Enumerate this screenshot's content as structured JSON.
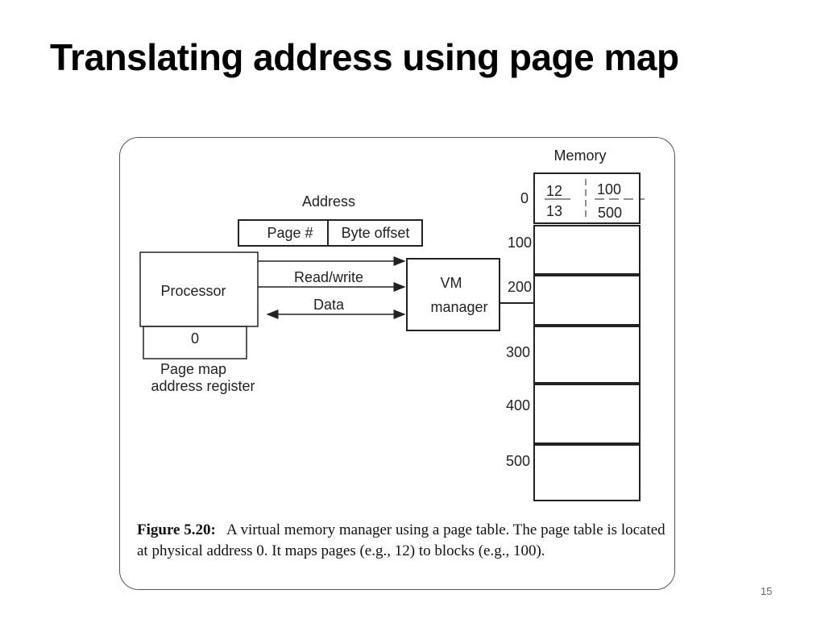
{
  "slide": {
    "title": "Translating address using page map",
    "page_number": "15"
  },
  "diagram": {
    "address_label": "Address",
    "address_fields": [
      "Page #",
      "Byte offset"
    ],
    "processor_label": "Processor",
    "page_map_register_value": "0",
    "page_map_register_label": [
      "Page map",
      "address register"
    ],
    "signals": [
      "Read/write",
      "Data"
    ],
    "vm_manager_label": [
      "VM",
      "manager"
    ],
    "memory_label": "Memory",
    "memory_addresses": [
      "0",
      "100",
      "200",
      "300",
      "400",
      "500"
    ],
    "page_table_entries": [
      {
        "page": "12",
        "block": "100"
      },
      {
        "page": "13",
        "block": "500"
      }
    ]
  },
  "caption": {
    "figure_label": "Figure 5.20:",
    "text": "A virtual memory manager using a page table. The page table is located at physical address 0. It maps pages (e.g., 12) to blocks (e.g., 100)."
  }
}
